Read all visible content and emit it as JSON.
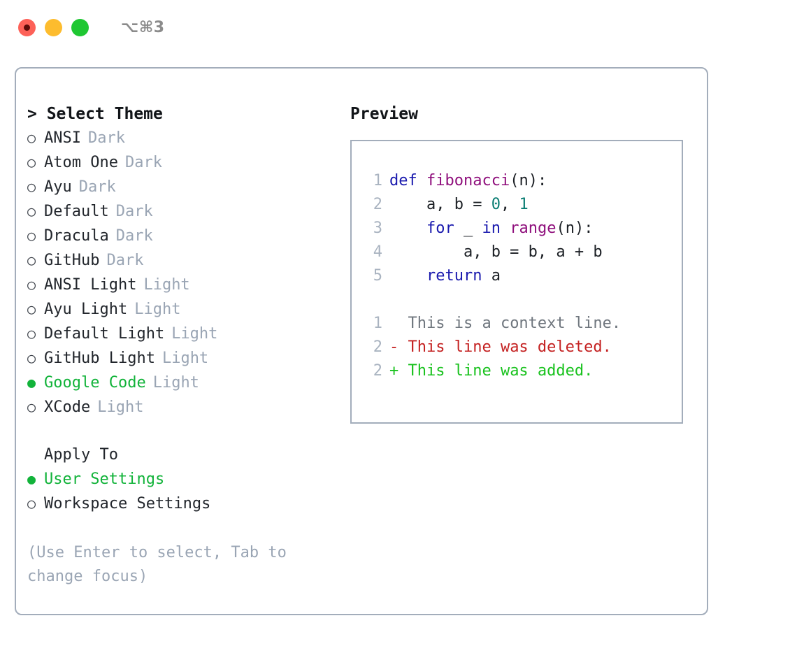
{
  "titlebar": {
    "shortcut": "⌥⌘3",
    "lights": [
      "close-red",
      "minimize-yellow",
      "maximize-green"
    ]
  },
  "theme_panel": {
    "title": "> Select Theme",
    "options": [
      {
        "bullet": "○",
        "name": "ANSI",
        "variant": "Dark",
        "selected": false
      },
      {
        "bullet": "○",
        "name": "Atom One",
        "variant": "Dark",
        "selected": false
      },
      {
        "bullet": "○",
        "name": "Ayu",
        "variant": "Dark",
        "selected": false
      },
      {
        "bullet": "○",
        "name": "Default",
        "variant": "Dark",
        "selected": false
      },
      {
        "bullet": "○",
        "name": "Dracula",
        "variant": "Dark",
        "selected": false
      },
      {
        "bullet": "○",
        "name": "GitHub",
        "variant": "Dark",
        "selected": false
      },
      {
        "bullet": "○",
        "name": "ANSI Light",
        "variant": "Light",
        "selected": false
      },
      {
        "bullet": "○",
        "name": "Ayu Light",
        "variant": "Light",
        "selected": false
      },
      {
        "bullet": "○",
        "name": "Default Light",
        "variant": "Light",
        "selected": false
      },
      {
        "bullet": "○",
        "name": "GitHub Light",
        "variant": "Light",
        "selected": false
      },
      {
        "bullet": "●",
        "name": "Google Code",
        "variant": "Light",
        "selected": true
      },
      {
        "bullet": "○",
        "name": "XCode",
        "variant": "Light",
        "selected": false
      }
    ]
  },
  "apply_to": {
    "title": "Apply To",
    "options": [
      {
        "bullet": "●",
        "name": "User Settings",
        "selected": true
      },
      {
        "bullet": "○",
        "name": "Workspace Settings",
        "selected": false
      }
    ]
  },
  "hint": "(Use Enter to select, Tab to change focus)",
  "preview": {
    "title": "Preview",
    "code_lines": [
      {
        "num": "1",
        "tokens": [
          {
            "t": "def ",
            "c": "kw"
          },
          {
            "t": "fibonacci",
            "c": "fn"
          },
          {
            "t": "(n):",
            "c": "plain"
          }
        ]
      },
      {
        "num": "2",
        "tokens": [
          {
            "t": "    a, b = ",
            "c": "plain"
          },
          {
            "t": "0",
            "c": "num"
          },
          {
            "t": ", ",
            "c": "plain"
          },
          {
            "t": "1",
            "c": "num"
          }
        ]
      },
      {
        "num": "3",
        "tokens": [
          {
            "t": "    ",
            "c": "plain"
          },
          {
            "t": "for",
            "c": "kw"
          },
          {
            "t": " _ ",
            "c": "plain"
          },
          {
            "t": "in",
            "c": "kw"
          },
          {
            "t": " ",
            "c": "plain"
          },
          {
            "t": "range",
            "c": "fn"
          },
          {
            "t": "(n):",
            "c": "plain"
          }
        ]
      },
      {
        "num": "4",
        "tokens": [
          {
            "t": "        a, b = b, a + b",
            "c": "plain"
          }
        ]
      },
      {
        "num": "5",
        "tokens": [
          {
            "t": "    ",
            "c": "plain"
          },
          {
            "t": "return",
            "c": "kw"
          },
          {
            "t": " a",
            "c": "plain"
          }
        ]
      }
    ],
    "diff_lines": [
      {
        "num": "1",
        "marker": " ",
        "text": " This is a context line.",
        "kind": "ctx"
      },
      {
        "num": "2",
        "marker": "-",
        "text": " This line was deleted.",
        "kind": "del"
      },
      {
        "num": "2",
        "marker": "+",
        "text": " This line was added.",
        "kind": "add"
      }
    ]
  },
  "colors": {
    "selection_green": "#12b33a",
    "muted_blue_gray": "#9aa5b4",
    "border": "#a3adbb",
    "keyword_blue": "#1a1aae",
    "function_purple": "#8f0f7c",
    "number_teal": "#0a7d73",
    "diff_deleted_red": "#c42121",
    "diff_added_green": "#18c21d",
    "traffic_red": "#fd6158",
    "traffic_yellow": "#fdbc2e",
    "traffic_green": "#1fc732"
  }
}
